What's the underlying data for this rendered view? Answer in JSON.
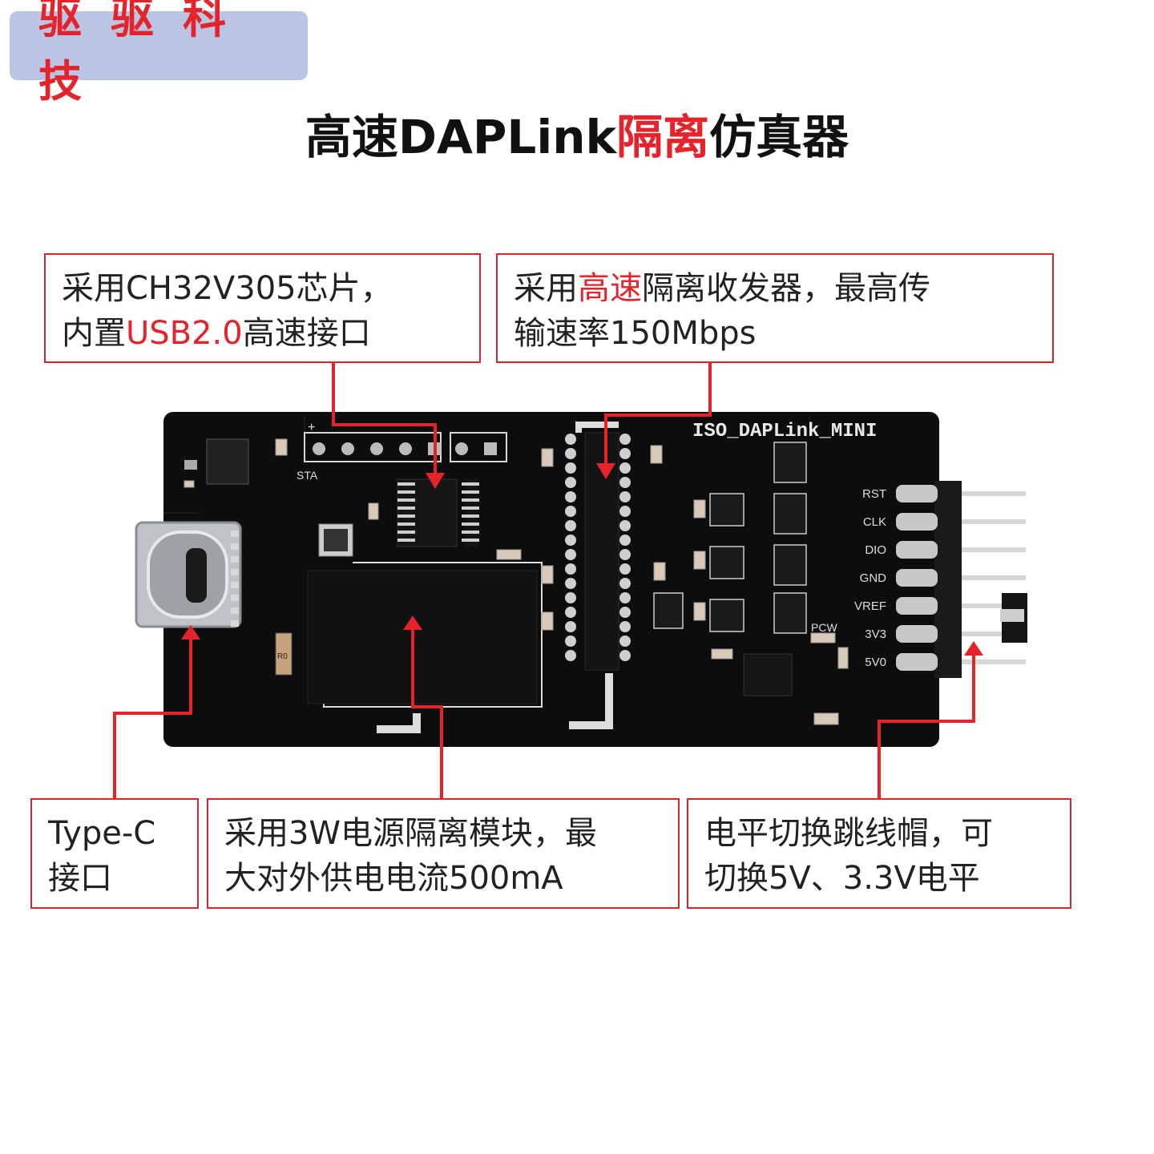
{
  "brand": {
    "text": "驱驱科技"
  },
  "title": {
    "before": "高速DAPLink",
    "highlight": "隔离",
    "after": "仿真器"
  },
  "callouts": {
    "chip": {
      "line1": "采用CH32V305芯片，",
      "line2_before": "内置",
      "line2_highlight": "USB2.0",
      "line2_after": "高速接口"
    },
    "isolator": {
      "line1_before": "采用",
      "line1_highlight": "高速",
      "line1_after": "隔离收发器，最高传",
      "line2": "输速率150Mbps"
    },
    "typec": {
      "line1": "Type-C",
      "line2": "接口"
    },
    "power": {
      "line1": "采用3W电源隔离模块，最",
      "line2": "大对外供电电流500mA"
    },
    "level": {
      "line1": "电平切换跳线帽，可",
      "line2": "切换5V、3.3V电平"
    }
  },
  "board": {
    "name": "ISO_DAPLink_MINI",
    "pins": [
      "RST",
      "CLK",
      "DIO",
      "GND",
      "VREF",
      "3V3",
      "5V0"
    ],
    "silk_sta": "STA",
    "silk_pcw": "PCW",
    "silk_plus": "+",
    "silk_r0": "R0"
  },
  "colors": {
    "accent": "#e4232b",
    "badge_bg": "#b9c5e3",
    "board": "#0d0d0d",
    "arrow": "#e4232b"
  }
}
